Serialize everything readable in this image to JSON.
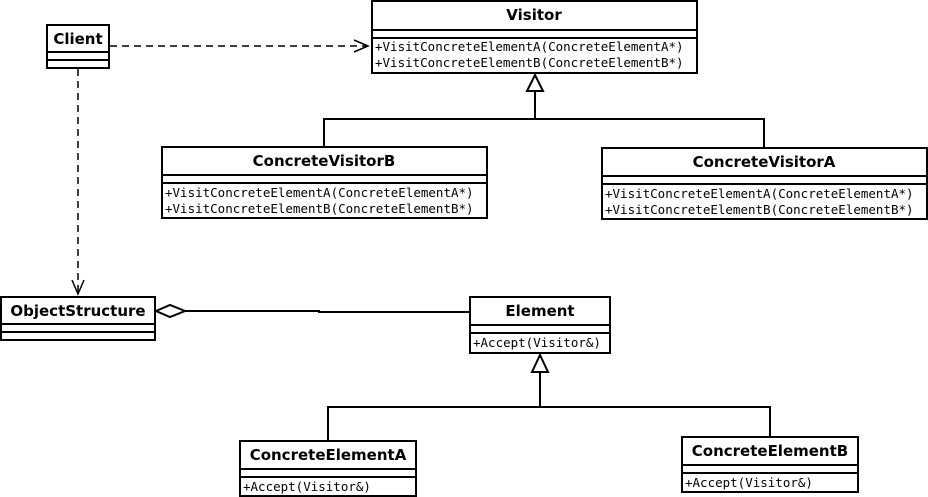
{
  "classes": {
    "client": {
      "name": "Client",
      "operations": []
    },
    "visitor": {
      "name": "Visitor",
      "operations": [
        "+VisitConcreteElementA(ConcreteElementA*)",
        "+VisitConcreteElementB(ConcreteElementB*)"
      ]
    },
    "concrete_visitor_b": {
      "name": "ConcreteVisitorB",
      "operations": [
        "+VisitConcreteElementA(ConcreteElementA*)",
        "+VisitConcreteElementB(ConcreteElementB*)"
      ]
    },
    "concrete_visitor_a": {
      "name": "ConcreteVisitorA",
      "operations": [
        "+VisitConcreteElementA(ConcreteElementA*)",
        "+VisitConcreteElementB(ConcreteElementB*)"
      ]
    },
    "object_structure": {
      "name": "ObjectStructure",
      "operations": []
    },
    "element": {
      "name": "Element",
      "operations": [
        "+Accept(Visitor&)"
      ]
    },
    "concrete_element_a": {
      "name": "ConcreteElementA",
      "operations": [
        "+Accept(Visitor&)"
      ]
    },
    "concrete_element_b": {
      "name": "ConcreteElementB",
      "operations": [
        "+Accept(Visitor&)"
      ]
    }
  }
}
